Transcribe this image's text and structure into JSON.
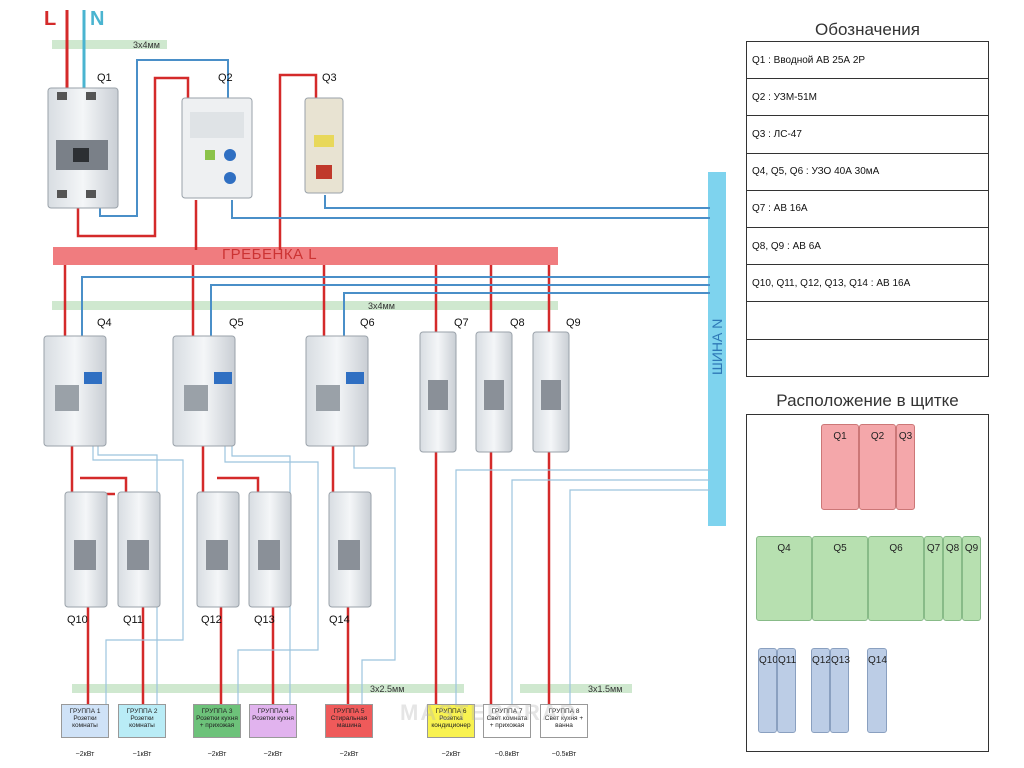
{
  "header": {
    "l_label": "L",
    "n_label": "N",
    "l_color": "#d42a2a",
    "n_color": "#4ab4d0"
  },
  "cables": {
    "top": "3х4мм",
    "mid": "3х4мм",
    "bottom_left": "3х2.5мм",
    "bottom_right": "3х1.5мм"
  },
  "bus": {
    "l_label": "ГРЕБЕНКА L",
    "n_label": "ШИНА N",
    "l_color": "#f07c7f",
    "n_color": "#7ed3ee"
  },
  "breaker_labels": {
    "q1": "Q1",
    "q2": "Q2",
    "q3": "Q3",
    "q4": "Q4",
    "q5": "Q5",
    "q6": "Q6",
    "q7": "Q7",
    "q8": "Q8",
    "q9": "Q9",
    "q10": "Q10",
    "q11": "Q11",
    "q12": "Q12",
    "q13": "Q13",
    "q14": "Q14"
  },
  "legend": {
    "title": "Обозначения",
    "rows": [
      "Q1 : Вводной АВ 25А 2Р",
      "Q2 : УЗМ-51М",
      "Q3 : ЛС-47",
      "Q4, Q5, Q6 : УЗО 40А 30мА",
      "Q7 : АВ 16А",
      "Q8, Q9 : АВ 6А",
      "Q10, Q11, Q12, Q13, Q14 : АВ 16А",
      "",
      ""
    ]
  },
  "layout": {
    "title": "Расположение в щитке",
    "row1": [
      "Q1",
      "Q2",
      "Q3"
    ],
    "row2": [
      "Q4",
      "Q5",
      "Q6",
      "Q7",
      "Q8",
      "Q9"
    ],
    "row3": [
      "Q10",
      "Q11",
      "Q12",
      "Q13",
      "Q14"
    ]
  },
  "groups": [
    {
      "title": "ГРУППА 1",
      "desc": "Розетки комнаты",
      "power": "~2кВт",
      "color": "#cfe2f7"
    },
    {
      "title": "ГРУППА 2",
      "desc": "Розетки комнаты",
      "power": "~1кВт",
      "color": "#b9ecf6"
    },
    {
      "title": "ГРУППА 3",
      "desc": "Розетки кухня + прихожая",
      "power": "~2кВт",
      "color": "#6dc27a"
    },
    {
      "title": "ГРУППА 4",
      "desc": "Розетки кухня",
      "power": "~2кВт",
      "color": "#e1b3ee"
    },
    {
      "title": "ГРУППА 5",
      "desc": "Стиральная машина",
      "power": "~2кВт",
      "color": "#ef5a5a"
    },
    {
      "title": "ГРУППА 6",
      "desc": "Розетка кондиционер",
      "power": "~2кВт",
      "color": "#f8f250"
    },
    {
      "title": "ГРУППА 7",
      "desc": "Свет комната + прихожая",
      "power": "~0.8кВт",
      "color": "#ffffff"
    },
    {
      "title": "ГРУППА 8",
      "desc": "Свет кухня + ванна",
      "power": "~0.5кВт",
      "color": "#ffffff"
    }
  ],
  "watermark": "MASTERGRAD"
}
